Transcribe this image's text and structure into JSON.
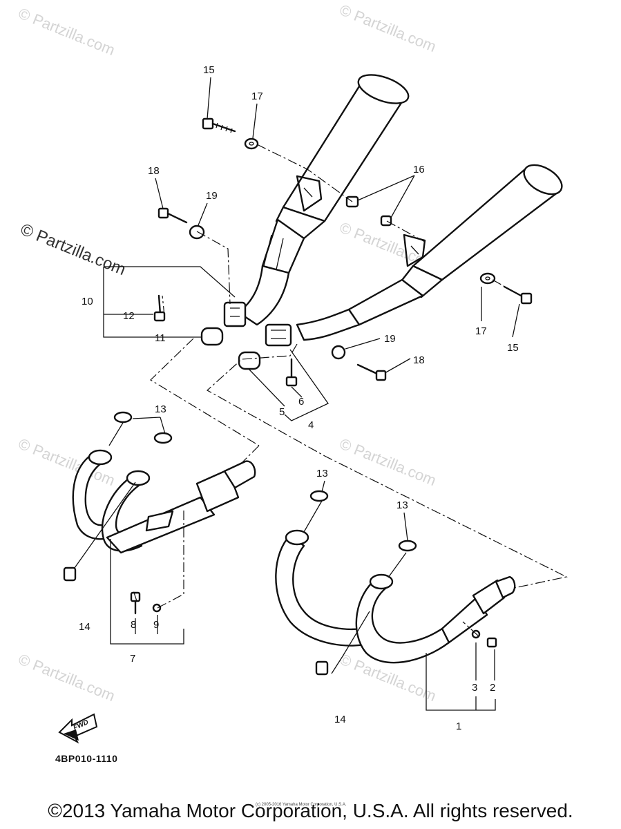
{
  "diagram": {
    "code": "4BP010-1110",
    "fwd_label": "FWD",
    "callouts": [
      {
        "id": "c15a",
        "text": "15"
      },
      {
        "id": "c17a",
        "text": "17"
      },
      {
        "id": "c16",
        "text": "16"
      },
      {
        "id": "c18a",
        "text": "18"
      },
      {
        "id": "c19a",
        "text": "19"
      },
      {
        "id": "c10",
        "text": "10"
      },
      {
        "id": "c12",
        "text": "12"
      },
      {
        "id": "c11",
        "text": "11"
      },
      {
        "id": "c17b",
        "text": "17"
      },
      {
        "id": "c15b",
        "text": "15"
      },
      {
        "id": "c19b",
        "text": "19"
      },
      {
        "id": "c18b",
        "text": "18"
      },
      {
        "id": "c5",
        "text": "5"
      },
      {
        "id": "c6",
        "text": "6"
      },
      {
        "id": "c4",
        "text": "4"
      },
      {
        "id": "c13a",
        "text": "13"
      },
      {
        "id": "c13b",
        "text": "13"
      },
      {
        "id": "c13c",
        "text": "13"
      },
      {
        "id": "c14a",
        "text": "14"
      },
      {
        "id": "c8",
        "text": "8"
      },
      {
        "id": "c9",
        "text": "9"
      },
      {
        "id": "c7",
        "text": "7"
      },
      {
        "id": "c14b",
        "text": "14"
      },
      {
        "id": "c3",
        "text": "3"
      },
      {
        "id": "c2",
        "text": "2"
      },
      {
        "id": "c1",
        "text": "1"
      }
    ]
  },
  "watermark": {
    "text": "© Partzilla.com"
  },
  "footer": {
    "copyright": "©2013 Yamaha Motor Corporation, U.S.A. All rights reserved.",
    "tiny_credit": "(c) 2005-2016 Yamaha Motor Corporation, U.S.A."
  }
}
